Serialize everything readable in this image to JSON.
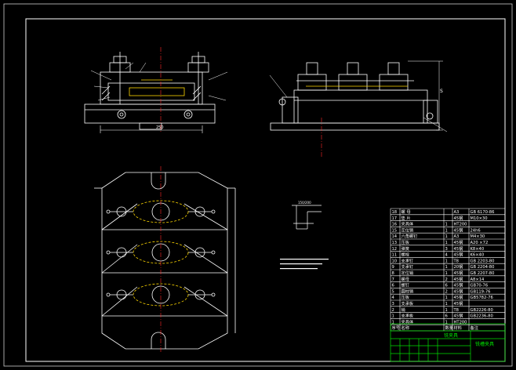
{
  "drawing": {
    "colors": {
      "background": "#000000",
      "outline": "#ffffff",
      "centerline": "#ff2a2a",
      "hidden": "#ffd800",
      "table_line": "#ffffff",
      "table_text": "#ffffff",
      "title_green": "#00e000"
    },
    "dims": {
      "front_width": "250",
      "side_height": "S",
      "detail_label": "150/200"
    },
    "bom": {
      "rows": [
        {
          "no": "18",
          "name": "螺 母",
          "qty": "",
          "mat": "A3",
          "std": "GB 6170-86"
        },
        {
          "no": "17",
          "name": "垫 片",
          "qty": "",
          "mat": "45钢",
          "std": "M10×30"
        },
        {
          "no": "16",
          "name": "夹具体",
          "qty": "1",
          "mat": "HT200",
          "std": ""
        },
        {
          "no": "15",
          "name": "定位销",
          "qty": "1",
          "mat": "45钢",
          "std": "24h6"
        },
        {
          "no": "14",
          "name": "六角螺钉",
          "qty": "1",
          "mat": "A3",
          "std": "M4×30"
        },
        {
          "no": "13",
          "name": "压板",
          "qty": "1",
          "mat": "45钢",
          "std": "A20 ×72"
        },
        {
          "no": "12",
          "name": "弹簧",
          "qty": "3",
          "mat": "45钢",
          "std": "K8×40"
        },
        {
          "no": "11",
          "name": "螺栓",
          "qty": "4",
          "mat": "45钢",
          "std": "K6×40"
        },
        {
          "no": "10",
          "name": "支承钉",
          "qty": "1",
          "mat": "T8",
          "std": "GB 2203-80"
        },
        {
          "no": "9",
          "name": "支承钉",
          "qty": "1",
          "mat": "20钢",
          "std": "GB 2204-80"
        },
        {
          "no": "8",
          "name": "定位销",
          "qty": "1",
          "mat": "45钢",
          "std": "GB 2207-80"
        },
        {
          "no": "7",
          "name": "螺母",
          "qty": "2",
          "mat": "45钢",
          "std": "A8×14"
        },
        {
          "no": "6",
          "name": "螺钉",
          "qty": "6",
          "mat": "45钢",
          "std": "GB70-76"
        },
        {
          "no": "5",
          "name": "圆柱销",
          "qty": "2",
          "mat": "45钢",
          "std": "GB119-76"
        },
        {
          "no": "4",
          "name": "压板",
          "qty": "1",
          "mat": "45钢",
          "std": "GB5782-76"
        },
        {
          "no": "3",
          "name": "支承板",
          "qty": "1",
          "mat": "45钢",
          "std": ""
        },
        {
          "no": "2",
          "name": "销",
          "qty": "1",
          "mat": "T8",
          "std": "GB2226-80"
        },
        {
          "no": "1",
          "name": "支承板",
          "qty": "6",
          "mat": "45钢",
          "std": "GB2236-80"
        },
        {
          "no": "1",
          "name": "夹具体",
          "qty": "1",
          "mat": "HT200",
          "std": ""
        }
      ],
      "header": {
        "no": "序号",
        "name": "名称",
        "qty": "数量",
        "mat": "材料",
        "std": "备注"
      }
    },
    "title_block": {
      "school": "铣夹具",
      "drawing_name": "铣槽夹具"
    }
  }
}
